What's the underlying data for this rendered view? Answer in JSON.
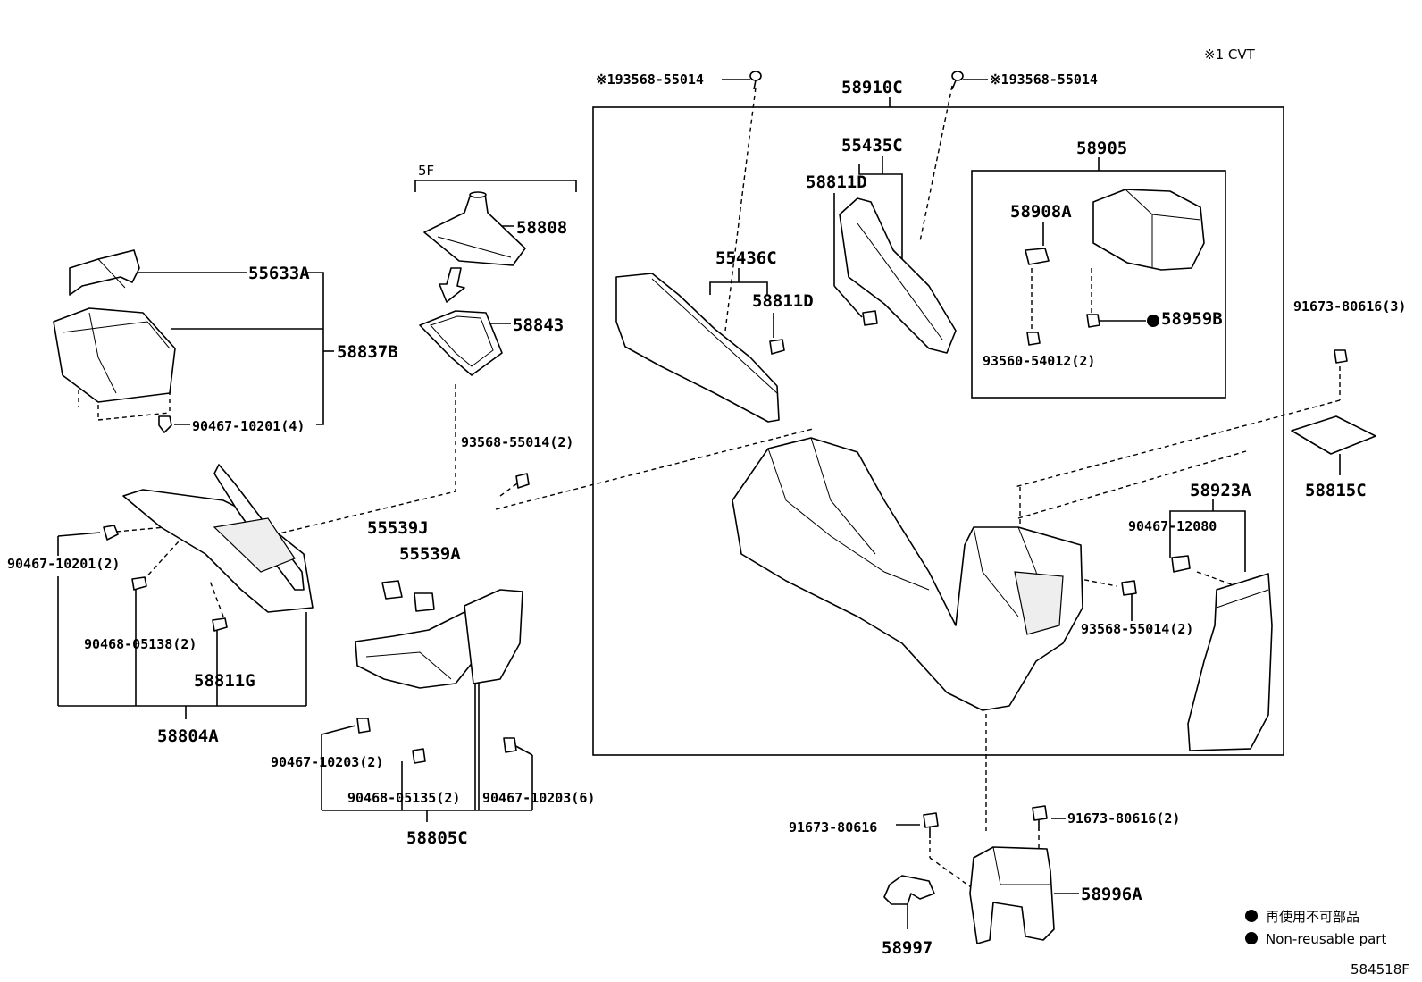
{
  "note_top": "※1 CVT",
  "diagram_code": "584518F",
  "legend": {
    "line1": "再使用不可部品",
    "line2": "Non-reusable part"
  },
  "labels": {
    "screw_top_left": "※193568-55014",
    "screw_top_right": "※193568-55014",
    "p58910C": "58910C",
    "p5F": "5F",
    "p58808": "58808",
    "p58843": "58843",
    "p55633A": "55633A",
    "p58837B": "58837B",
    "p90467_10201_4": "90467-10201(4)",
    "p93568_55014_2a": "93568-55014(2)",
    "p90467_10201_2": "90467-10201(2)",
    "p90468_05138_2": "90468-05138(2)",
    "p58811G": "58811G",
    "p58804A": "58804A",
    "p55539J": "55539J",
    "p55539A": "55539A",
    "p90467_10203_2": "90467-10203(2)",
    "p90468_05135_2": "90468-05135(2)",
    "p90467_10203_6": "90467-10203(6)",
    "p58805C": "58805C",
    "p55436C": "55436C",
    "p58811D_a": "58811D",
    "p55435C": "55435C",
    "p58811D_b": "58811D",
    "p58905": "58905",
    "p58908A": "58908A",
    "p58959B": "58959B",
    "p93560_54012_2": "93560-54012(2)",
    "p91673_80616_3": "91673-80616(3)",
    "p58815C": "58815C",
    "p58923A": "58923A",
    "p90467_12080": "90467-12080",
    "p93568_55014_2b": "93568-55014(2)",
    "p91673_80616": "91673-80616",
    "p91673_80616_2": "91673-80616(2)",
    "p58996A": "58996A",
    "p58997": "58997"
  },
  "colors": {
    "line": "#000000",
    "background": "#ffffff"
  }
}
